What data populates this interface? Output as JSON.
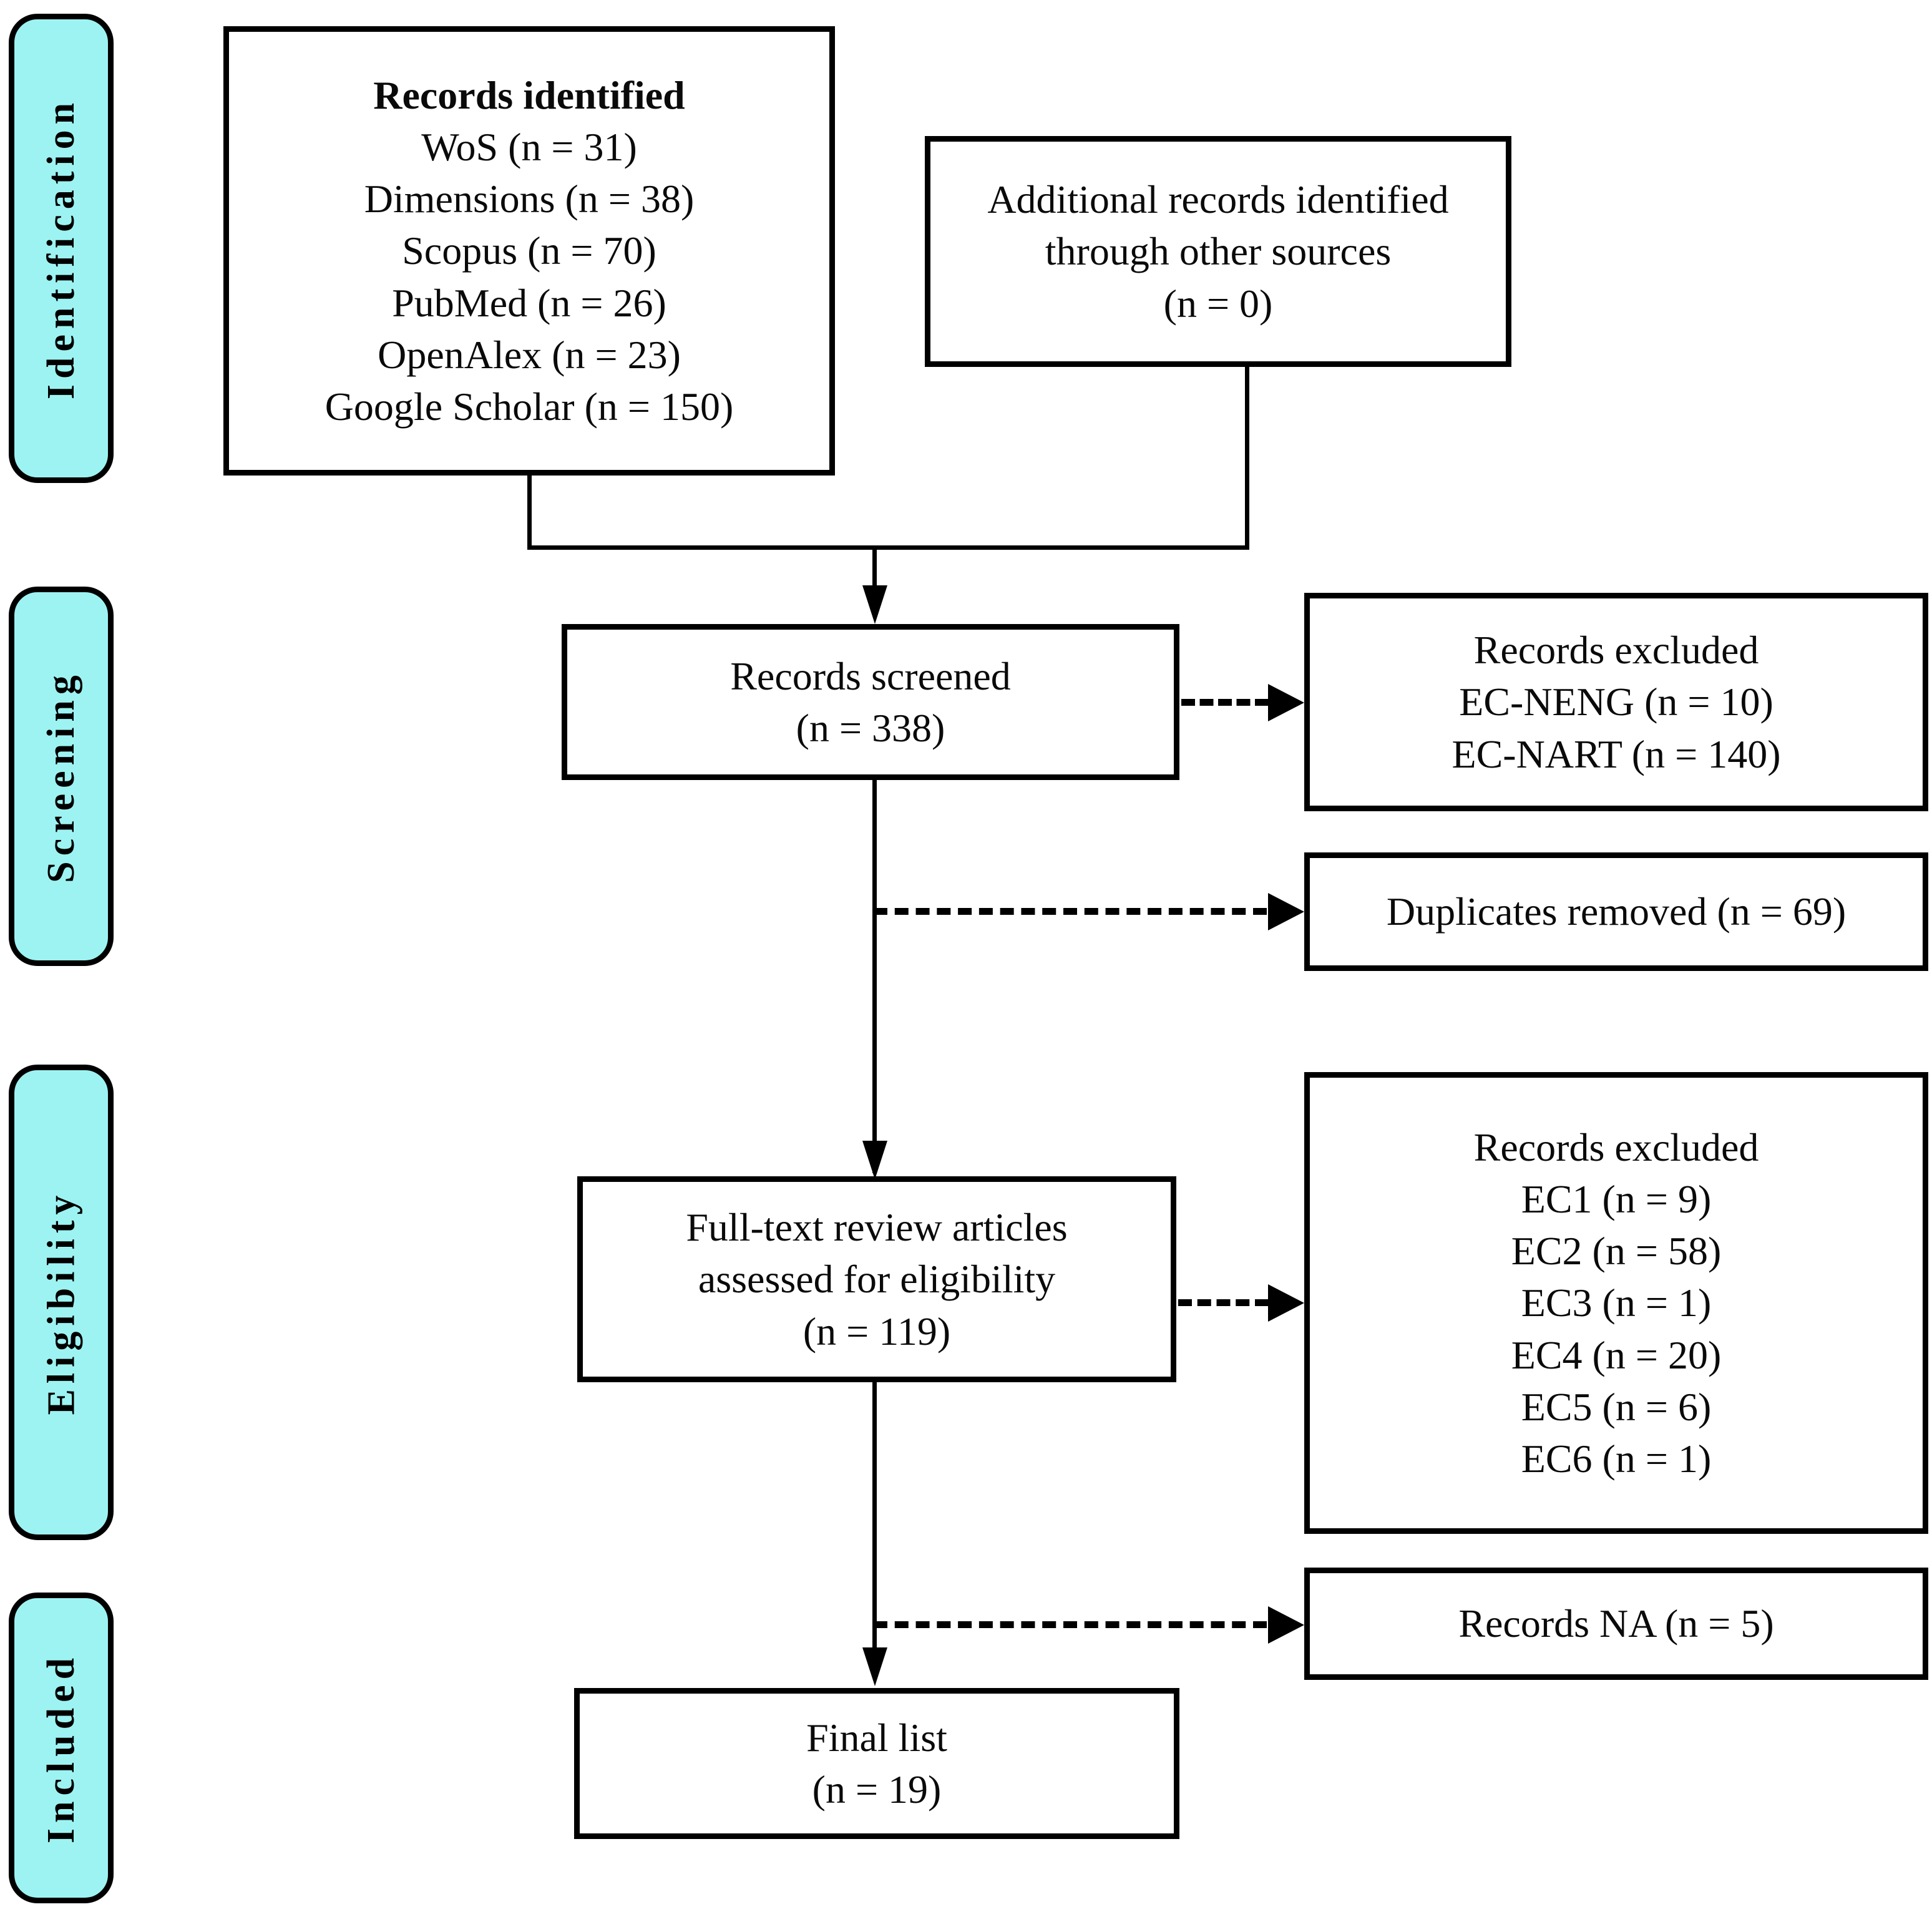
{
  "figure": {
    "type": "prisma-flow-diagram",
    "accent_color": "#9DF3F2",
    "line_color": "#000000",
    "background": "#FFFFFF"
  },
  "stages": [
    {
      "id": "identification",
      "label": "Identification"
    },
    {
      "id": "screening",
      "label": "Screening"
    },
    {
      "id": "eligibility",
      "label": "Eligibility"
    },
    {
      "id": "included",
      "label": "Included"
    }
  ],
  "boxes": {
    "records_identified": {
      "title": "Records identified",
      "sources": [
        "WoS (n = 31)",
        "Dimensions (n = 38)",
        "Scopus (n = 70)",
        "PubMed (n = 26)",
        "OpenAlex (n = 23)",
        "Google Scholar (n = 150)"
      ]
    },
    "additional_records": {
      "line1": "Additional records identified",
      "line2": "through other sources",
      "line3": "(n = 0)"
    },
    "records_screened": {
      "line1": "Records screened",
      "line2": "(n = 338)"
    },
    "records_excluded_screening": {
      "title": "Records excluded",
      "reasons": [
        "EC-NENG (n = 10)",
        "EC-NART (n = 140)"
      ]
    },
    "duplicates_removed": {
      "line1": "Duplicates removed (n = 69)"
    },
    "full_text_review": {
      "line1": "Full-text review articles",
      "line2": "assessed for eligibility",
      "line3": "(n = 119)"
    },
    "records_excluded_eligibility": {
      "title": "Records excluded",
      "reasons": [
        "EC1 (n = 9)",
        "EC2 (n = 58)",
        "EC3 (n = 1)",
        "EC4 (n = 20)",
        "EC5 (n = 6)",
        "EC6 (n = 1)"
      ]
    },
    "records_na": {
      "line1": "Records NA (n = 5)"
    },
    "final_list": {
      "line1": "Final list",
      "line2": "(n = 19)"
    }
  },
  "chart_data": {
    "type": "diagram",
    "title": "PRISMA flow diagram",
    "nodes": [
      {
        "id": "records_identified",
        "stage": "Identification",
        "label": "Records identified",
        "n": 338,
        "breakdown": [
          {
            "source": "WoS",
            "n": 31
          },
          {
            "source": "Dimensions",
            "n": 38
          },
          {
            "source": "Scopus",
            "n": 70
          },
          {
            "source": "PubMed",
            "n": 26
          },
          {
            "source": "OpenAlex",
            "n": 23
          },
          {
            "source": "Google Scholar",
            "n": 150
          }
        ]
      },
      {
        "id": "additional_records",
        "stage": "Identification",
        "label": "Additional records identified through other sources",
        "n": 0
      },
      {
        "id": "records_screened",
        "stage": "Screening",
        "label": "Records screened",
        "n": 338
      },
      {
        "id": "records_excluded_screening",
        "stage": "Screening",
        "label": "Records excluded",
        "breakdown": [
          {
            "reason": "EC-NENG",
            "n": 10
          },
          {
            "reason": "EC-NART",
            "n": 140
          }
        ]
      },
      {
        "id": "duplicates_removed",
        "stage": "Screening",
        "label": "Duplicates removed",
        "n": 69
      },
      {
        "id": "full_text_review",
        "stage": "Eligibility",
        "label": "Full-text review articles assessed for eligibility",
        "n": 119
      },
      {
        "id": "records_excluded_eligibility",
        "stage": "Eligibility",
        "label": "Records excluded",
        "breakdown": [
          {
            "reason": "EC1",
            "n": 9
          },
          {
            "reason": "EC2",
            "n": 58
          },
          {
            "reason": "EC3",
            "n": 1
          },
          {
            "reason": "EC4",
            "n": 20
          },
          {
            "reason": "EC5",
            "n": 6
          },
          {
            "reason": "EC6",
            "n": 1
          }
        ]
      },
      {
        "id": "records_na",
        "stage": "Included",
        "label": "Records NA",
        "n": 5
      },
      {
        "id": "final_list",
        "stage": "Included",
        "label": "Final list",
        "n": 19
      }
    ],
    "edges": [
      {
        "from": "records_identified",
        "to": "records_screened",
        "style": "solid"
      },
      {
        "from": "additional_records",
        "to": "records_screened",
        "style": "solid"
      },
      {
        "from": "records_screened",
        "to": "records_excluded_screening",
        "style": "dashed"
      },
      {
        "from": "records_screened",
        "to": "duplicates_removed",
        "style": "dashed"
      },
      {
        "from": "records_screened",
        "to": "full_text_review",
        "style": "solid"
      },
      {
        "from": "full_text_review",
        "to": "records_excluded_eligibility",
        "style": "dashed"
      },
      {
        "from": "full_text_review",
        "to": "records_na",
        "style": "dashed"
      },
      {
        "from": "full_text_review",
        "to": "final_list",
        "style": "solid"
      }
    ]
  }
}
